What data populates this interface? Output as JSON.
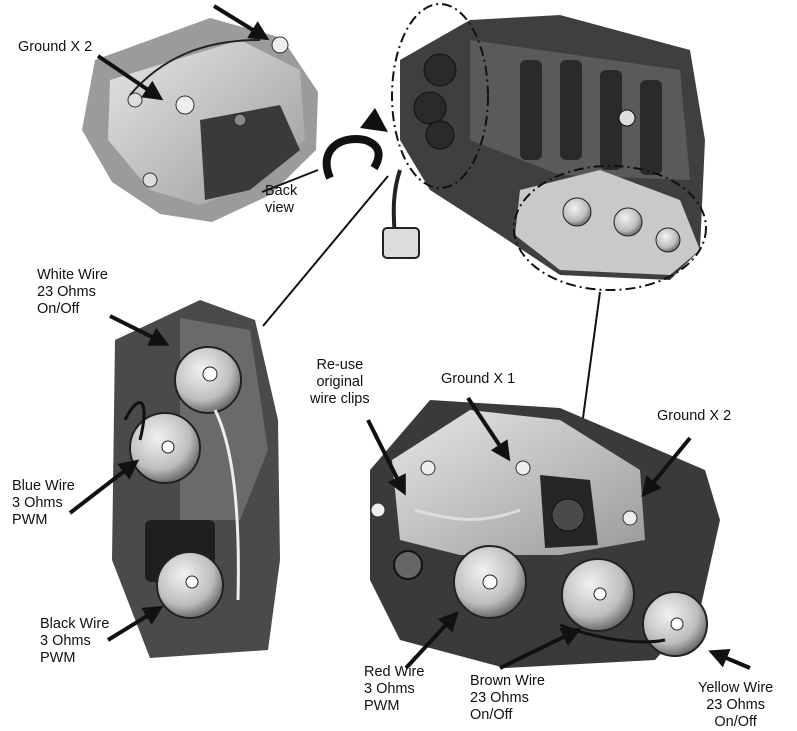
{
  "labels": {
    "ground_top": [
      "Ground X 2"
    ],
    "back_view": [
      "Back",
      "view"
    ],
    "white_wire": [
      "White Wire",
      "23 Ohms",
      "On/Off"
    ],
    "blue_wire": [
      "Blue Wire",
      "3 Ohms",
      "PWM"
    ],
    "black_wire": [
      "Black Wire",
      "3 Ohms",
      "PWM"
    ],
    "reuse_clips": [
      "Re-use",
      "original",
      "wire clips"
    ],
    "ground_x1": [
      "Ground X 1"
    ],
    "ground_x2_right": [
      "Ground X 2"
    ],
    "red_wire": [
      "Red Wire",
      "3 Ohms",
      "PWM"
    ],
    "brown_wire": [
      "Brown Wire",
      "23 Ohms",
      "On/Off"
    ],
    "yellow_wire": [
      "Yellow Wire",
      "23 Ohms",
      "On/Off"
    ]
  },
  "colors": {
    "ink": "#111111",
    "photo_dark": "#2b2b2b",
    "photo_mid": "#8a8a8a",
    "photo_light": "#d9d9d9"
  }
}
